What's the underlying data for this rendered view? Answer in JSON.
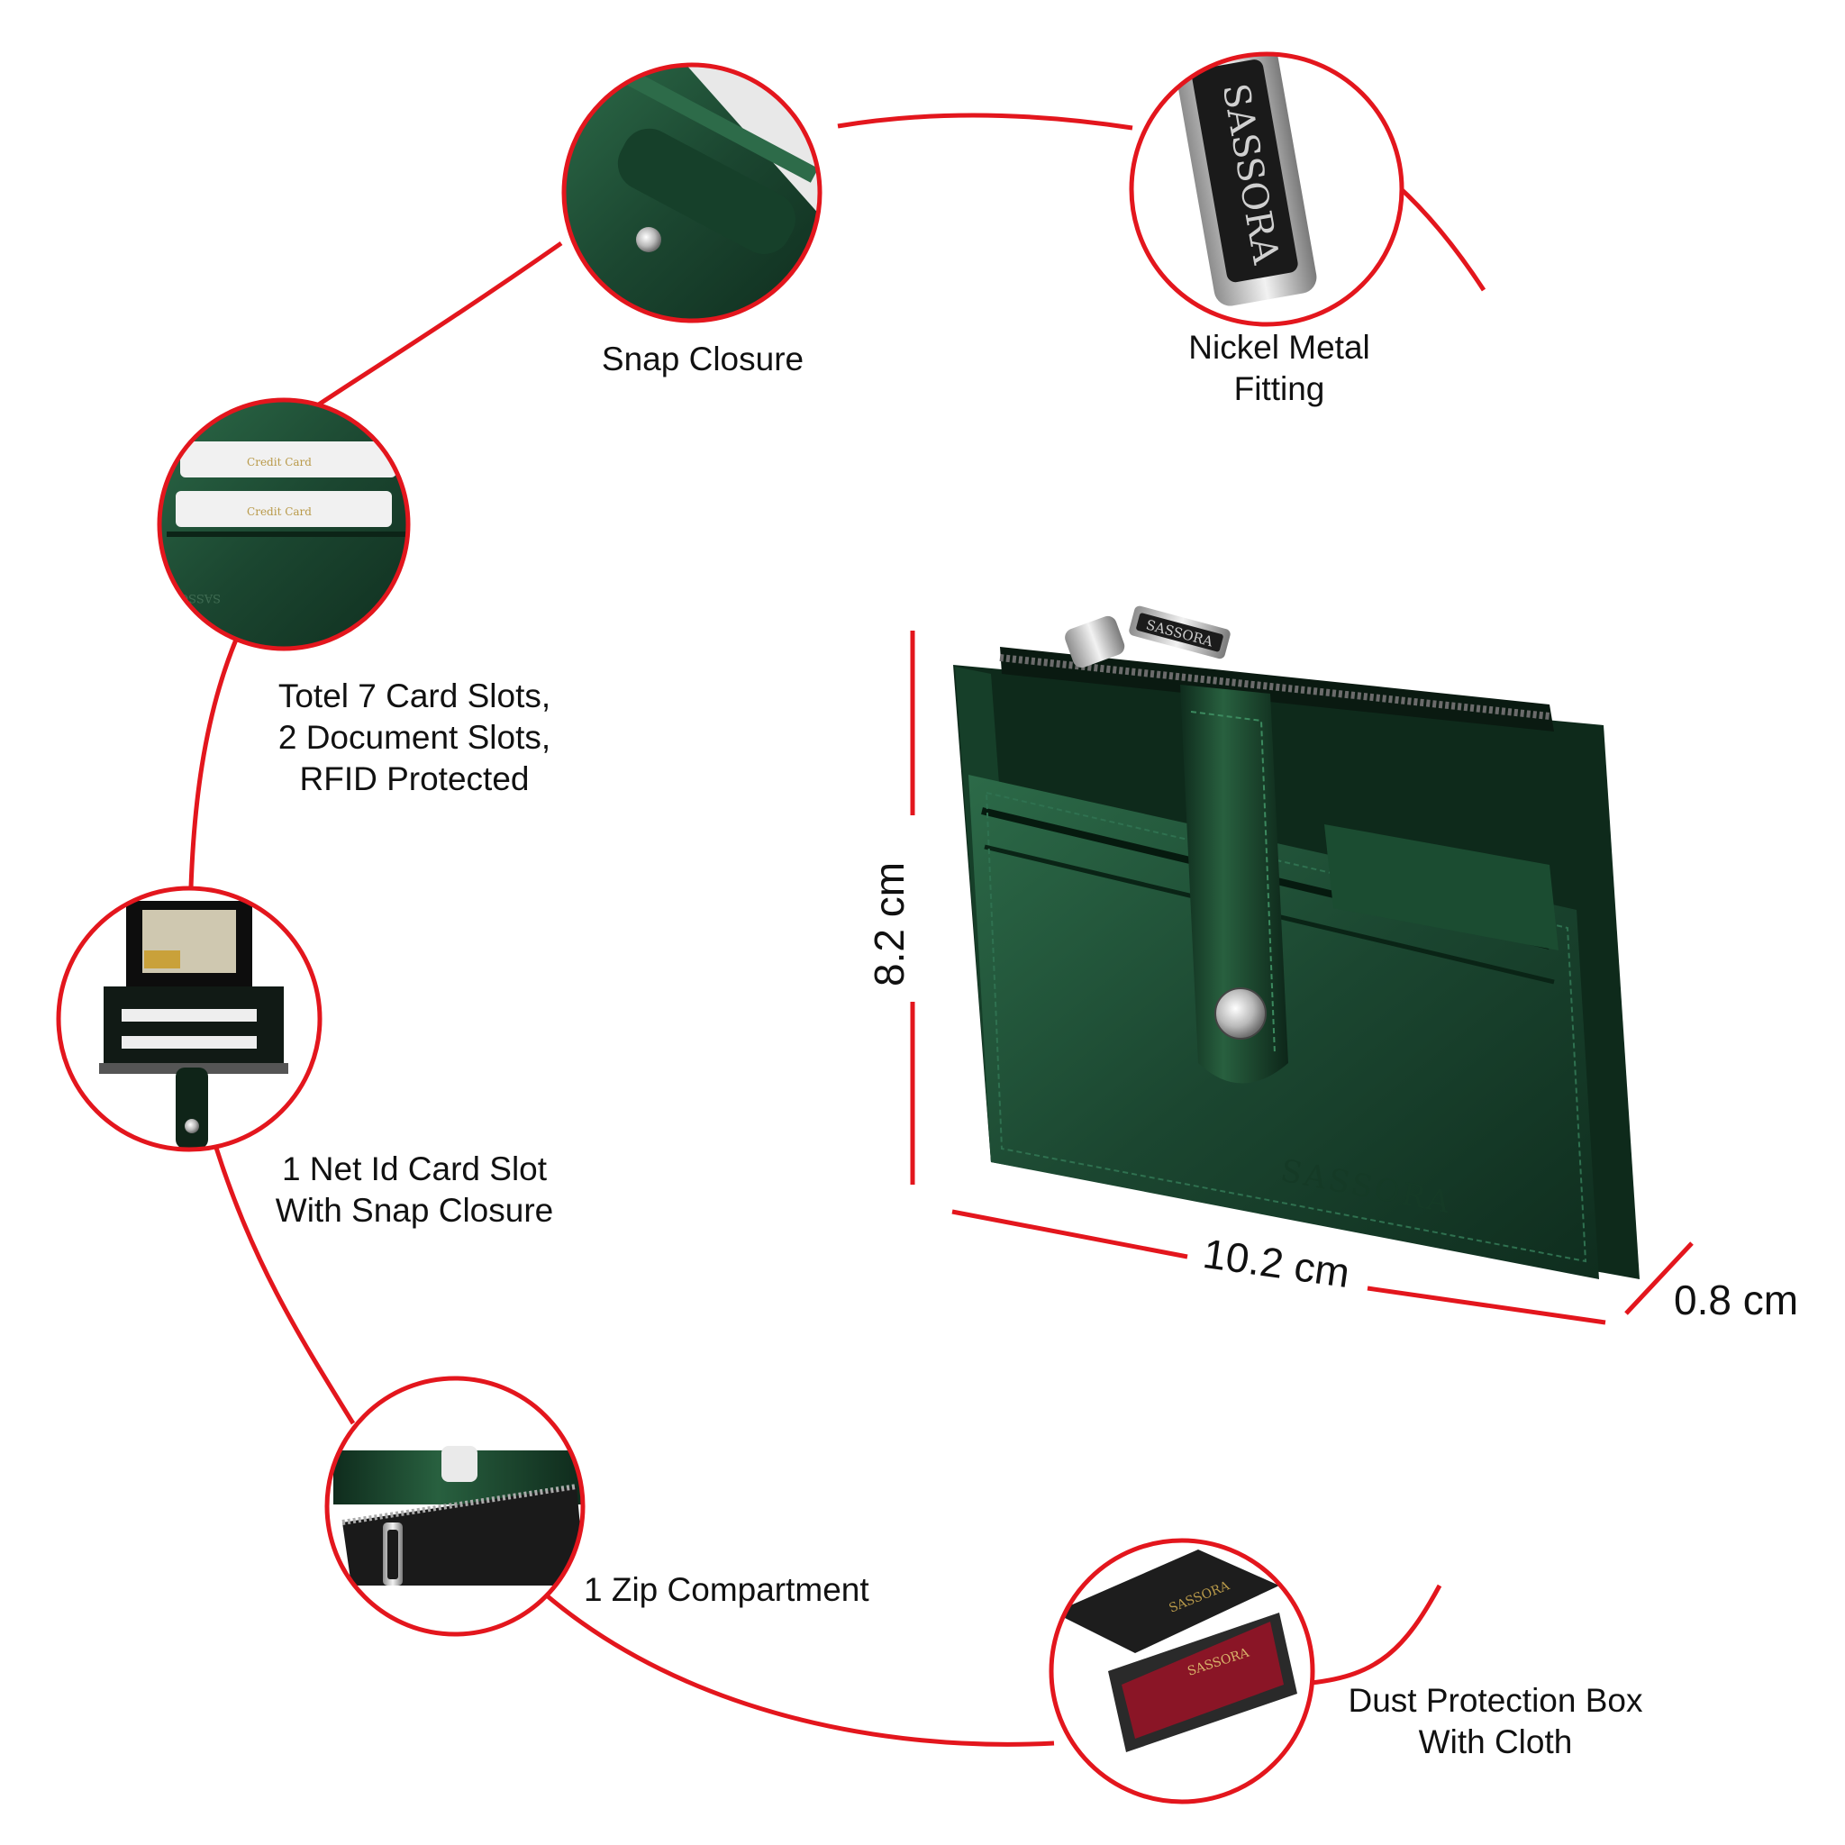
{
  "accent_color": "#e3161d",
  "product": {
    "color": "#1d4a33",
    "brand": "SASSORA"
  },
  "features": [
    {
      "label": "Snap Closure",
      "icon": "snap-closure-detail"
    },
    {
      "label": "Nickel Metal\nFitting",
      "icon": "nickel-tag-detail"
    },
    {
      "label": "Totel 7 Card Slots,\n2 Document Slots,\nRFID Protected",
      "icon": "card-slots-detail"
    },
    {
      "label": "1 Net Id Card Slot\nWith Snap Closure",
      "icon": "id-slot-detail"
    },
    {
      "label": "1 Zip Compartment",
      "icon": "zip-compartment-detail"
    },
    {
      "label": "Dust Protection Box\nWith Cloth",
      "icon": "dust-box-detail"
    }
  ],
  "dimensions": {
    "height": "8.2 cm",
    "width": "10.2 cm",
    "depth": "0.8 cm"
  },
  "card_text": "Credit Card"
}
